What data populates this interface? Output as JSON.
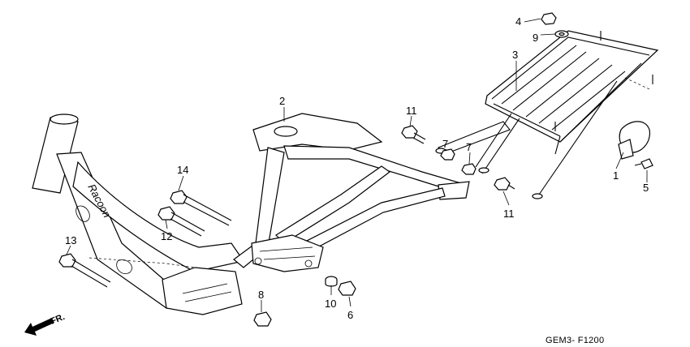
{
  "diagram": {
    "code": "GEM3- F1200",
    "frame_lettering": "Racoon",
    "direction_label": "FR.",
    "callouts": [
      "1",
      "2",
      "3",
      "4",
      "5",
      "6",
      "7",
      "7",
      "8",
      "9",
      "10",
      "11",
      "11",
      "12",
      "13",
      "14"
    ]
  }
}
